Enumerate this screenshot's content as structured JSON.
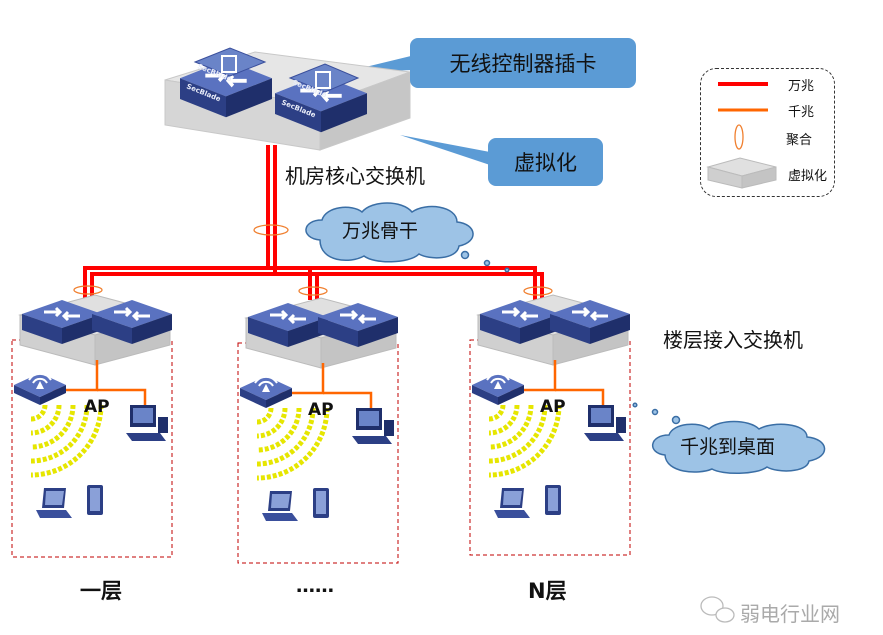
{
  "core": {
    "label": "机房核心交换机",
    "card_text": "SecBlade"
  },
  "callouts": {
    "wireless_card": "无线控制器插卡",
    "virtualization": "虚拟化"
  },
  "clouds": {
    "backbone": "万兆骨干",
    "desktop": "千兆到桌面"
  },
  "access_label": "楼层接入交换机",
  "floors": [
    {
      "label": "一层",
      "ap": "AP"
    },
    {
      "label": "……",
      "ap": "AP"
    },
    {
      "label": "N层",
      "ap": "AP"
    }
  ],
  "legend": {
    "items": [
      {
        "label": "万兆",
        "color": "#ff0000"
      },
      {
        "label": "千兆",
        "color": "#ff6600"
      },
      {
        "label": "聚合",
        "color": "#f4a460"
      },
      {
        "label": "虚拟化",
        "color": "#c8c8c8"
      }
    ]
  },
  "watermark": "弱电行业网",
  "colors": {
    "ten_gig": "#ff0000",
    "gig": "#ff6600",
    "callout": "#5b9bd5",
    "cloud": "#9dc3e6",
    "switch": "#3a4f9c",
    "wifi": "#e6e600",
    "floor_box": "#c00000"
  }
}
